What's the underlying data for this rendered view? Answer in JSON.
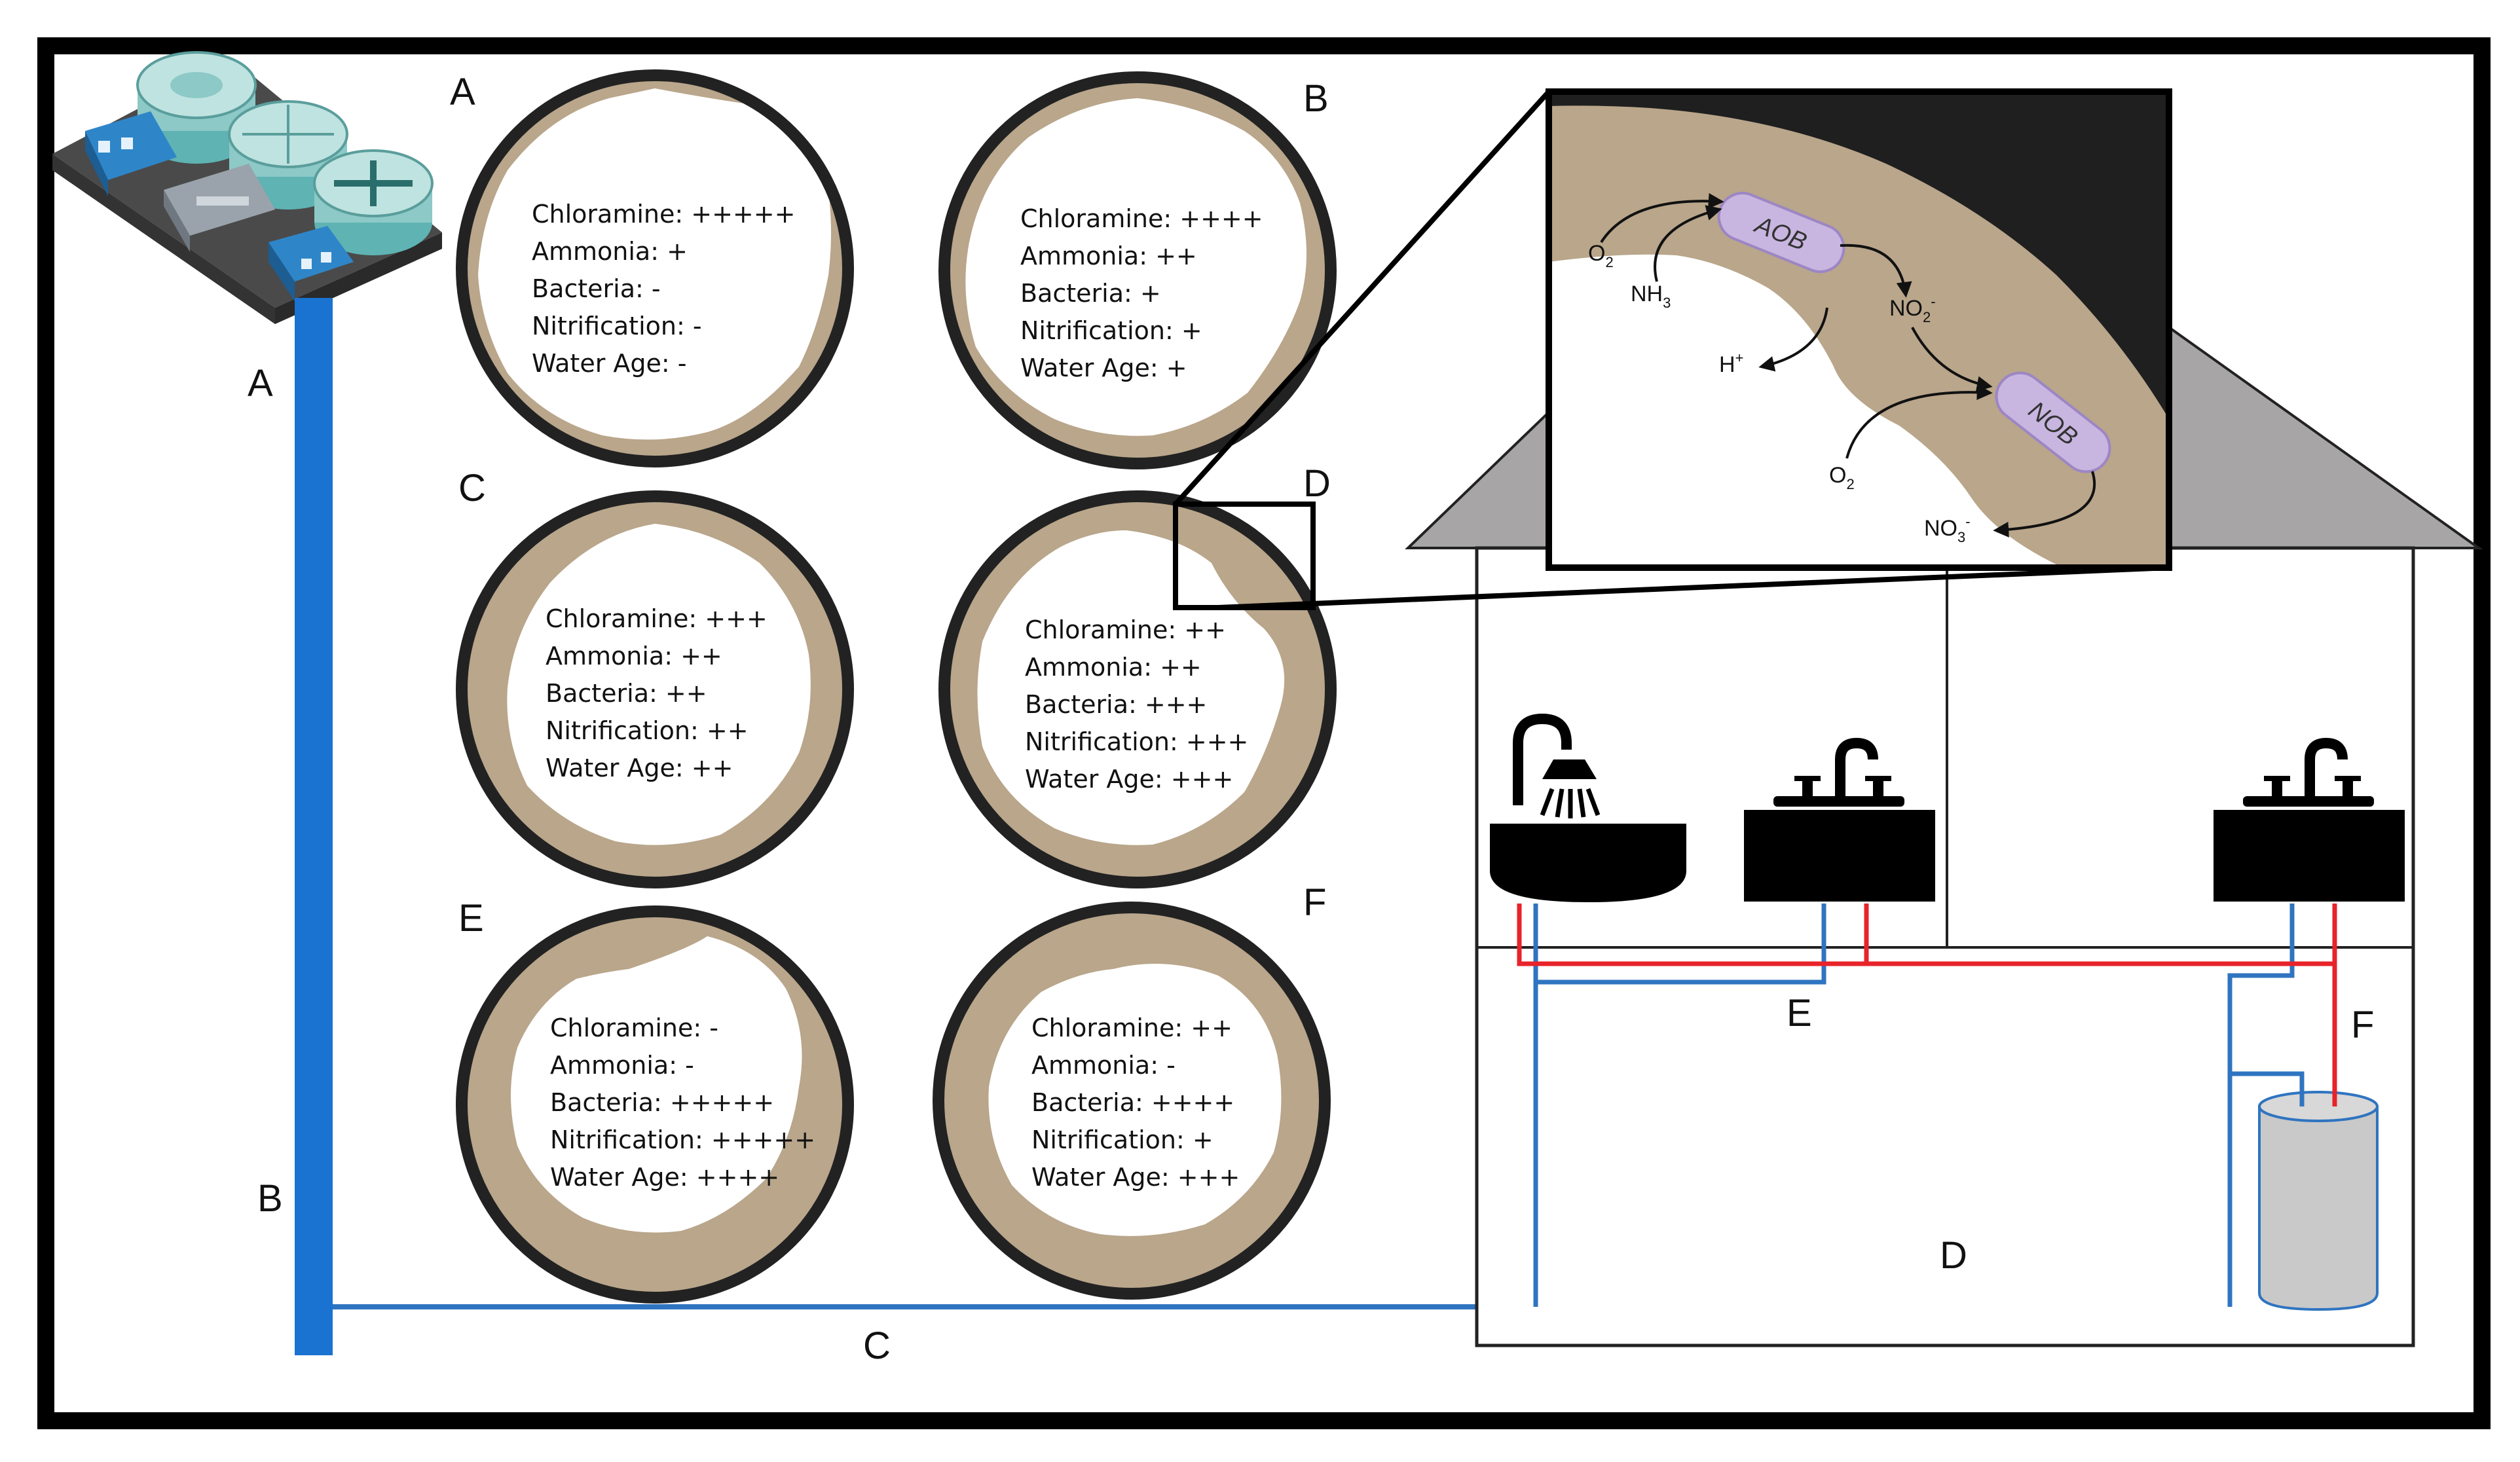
{
  "labels": {
    "pipe_a": "A",
    "pipe_b": "B",
    "pipe_c": "C",
    "house_d": "D",
    "house_e": "E",
    "house_f": "F"
  },
  "circles": [
    {
      "letter": "A",
      "lines": [
        "Chloramine: +++++",
        "Ammonia: +",
        "Bacteria: -",
        "Nitrification: -",
        "Water Age: -"
      ]
    },
    {
      "letter": "B",
      "lines": [
        "Chloramine: ++++",
        "Ammonia: ++",
        "Bacteria: +",
        "Nitrification: +",
        "Water Age: +"
      ]
    },
    {
      "letter": "C",
      "lines": [
        "Chloramine: +++",
        "Ammonia: ++",
        "Bacteria: ++",
        "Nitrification: ++",
        "Water Age: ++"
      ]
    },
    {
      "letter": "D",
      "lines": [
        "Chloramine: ++",
        "Ammonia: ++",
        "Bacteria: +++",
        "Nitrification: +++",
        "Water Age: +++"
      ]
    },
    {
      "letter": "E",
      "lines": [
        "Chloramine: -",
        "Ammonia: -",
        "Bacteria: +++++",
        "Nitrification: +++++",
        "Water Age: ++++"
      ]
    },
    {
      "letter": "F",
      "lines": [
        "Chloramine: ++",
        "Ammonia: -",
        "Bacteria: ++++",
        "Nitrification: +",
        "Water Age: +++"
      ]
    }
  ],
  "inset": {
    "aob": "AOB",
    "nob": "NOB",
    "o2_1": {
      "main": "O",
      "sub": "2",
      "sup": ""
    },
    "nh3": {
      "main": "NH",
      "sub": "3",
      "sup": ""
    },
    "h_plus": {
      "main": "H",
      "sub": "",
      "sup": "+"
    },
    "no2": {
      "main": "NO",
      "sub": "2",
      "sup": "-"
    },
    "o2_2": {
      "main": "O",
      "sub": "2",
      "sup": ""
    },
    "no3": {
      "main": "NO",
      "sub": "3",
      "sup": "-"
    }
  },
  "colors": {
    "biofilm": "#b9a68b",
    "pipe_wall": "#222222",
    "cold_water": "#2f74c0",
    "hot_water": "#e8232a",
    "main_pipe": "#1a73d0",
    "roof": "#a7a5a6",
    "tank": "#c9c9c9",
    "bacteria": "#c8b6e0"
  },
  "icons": [
    "treatment-plant-icon",
    "shower-icon",
    "sink-icon",
    "water-heater-icon"
  ]
}
